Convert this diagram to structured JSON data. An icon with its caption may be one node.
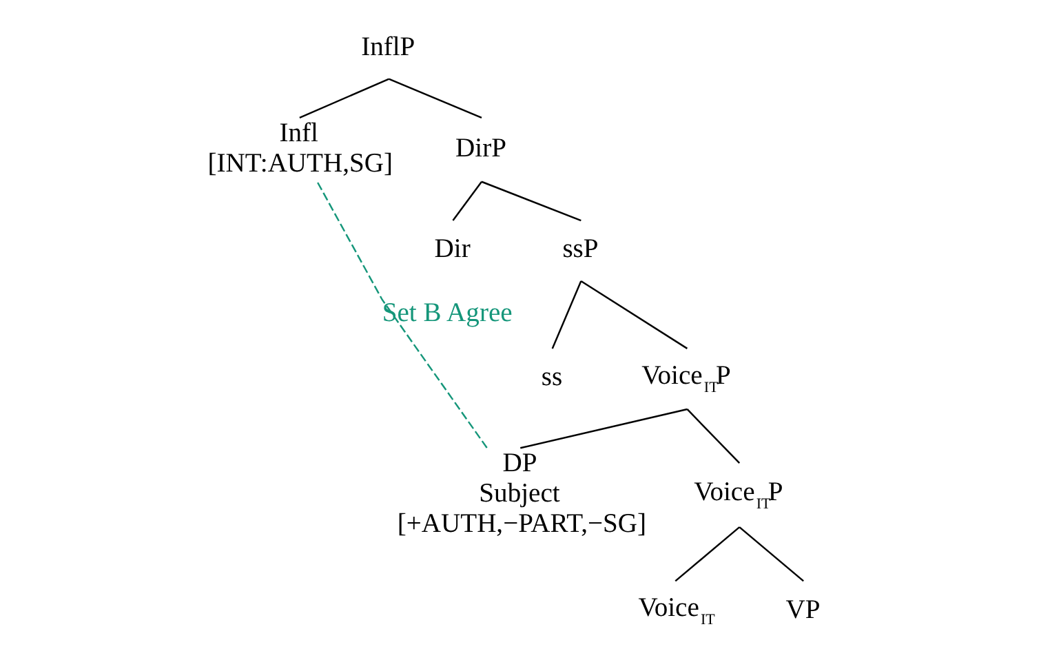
{
  "diagram": {
    "nodes": [
      {
        "text": [
          "InflP"
        ]
      },
      {
        "text": [
          "Infl"
        ],
        "beside": [
          "[INT:AUTH,SG]"
        ]
      },
      {
        "text": [
          "DirP"
        ]
      },
      {
        "text": [
          "Dir"
        ]
      },
      {
        "text": [
          "ssP"
        ]
      },
      {
        "text": [
          "ss"
        ]
      },
      {
        "text": [
          "Voice$_{IT}$P"
        ]
      },
      {
        "text": [
          "Voice$_{IT}$P"
        ]
      },
      {
        "text": [
          "DP"
        ],
        "beside": [
          "Subject",
          "[+AUTH,−PART,−SG]"
        ]
      },
      {
        "text": [
          "Voice$_{IT}$"
        ]
      },
      {
        "text": [
          "VP"
        ]
      }
    ],
    "edges": [
      {
        "from": 0,
        "to": 1,
        "arrow": "none"
      },
      {
        "from": 0,
        "to": 2,
        "arrow": "none"
      },
      {
        "from": 2,
        "to": 3,
        "arrow": "none"
      },
      {
        "from": 2,
        "to": 4,
        "arrow": "none"
      },
      {
        "from": 4,
        "to": 5,
        "arrow": "none"
      },
      {
        "from": 4,
        "to": 6,
        "arrow": "none"
      },
      {
        "from": 6,
        "to": 7,
        "arrow": "none"
      },
      {
        "from": 6,
        "to": 8,
        "arrow": "none"
      },
      {
        "from": 7,
        "to": 9,
        "arrow": "none"
      },
      {
        "from": 7,
        "to": 10,
        "arrow": "none"
      },
      {
        "from": 8,
        "to": 1,
        "arrow": "none",
        "label": "Set B Agree",
        "style": "dashed",
        "color": "#15967a"
      }
    ]
  }
}
